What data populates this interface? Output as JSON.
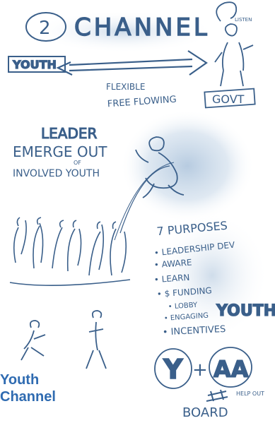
{
  "sketch": {
    "number": "2",
    "title": "CHANNEL",
    "listen": "LISTEN",
    "youth_left": "YOUTH",
    "flexible": "FLEXIBLE",
    "free_flowing": "FREE FLOWING",
    "govt": "GOVT",
    "leader": "LEADER",
    "emerge_out": "EMERGE OUT",
    "of": "OF",
    "involved_youth": "INVOLVED YOUTH",
    "purposes_title": "7 PURPOSES",
    "purposes": [
      "• LEADERSHIP DEV",
      "• AWARE",
      "• LEARN",
      "• $ FUNDING",
      "• LOBBY",
      "• ENGAGING",
      "• INCENTIVES"
    ],
    "youth_right": "YOUTH",
    "y_letter": "Y",
    "plus": "+",
    "aa_letters": "AA",
    "help_out": "HELP OUT",
    "board": "BOARD"
  },
  "caption": {
    "line1": "Youth",
    "line2": "Channel"
  }
}
